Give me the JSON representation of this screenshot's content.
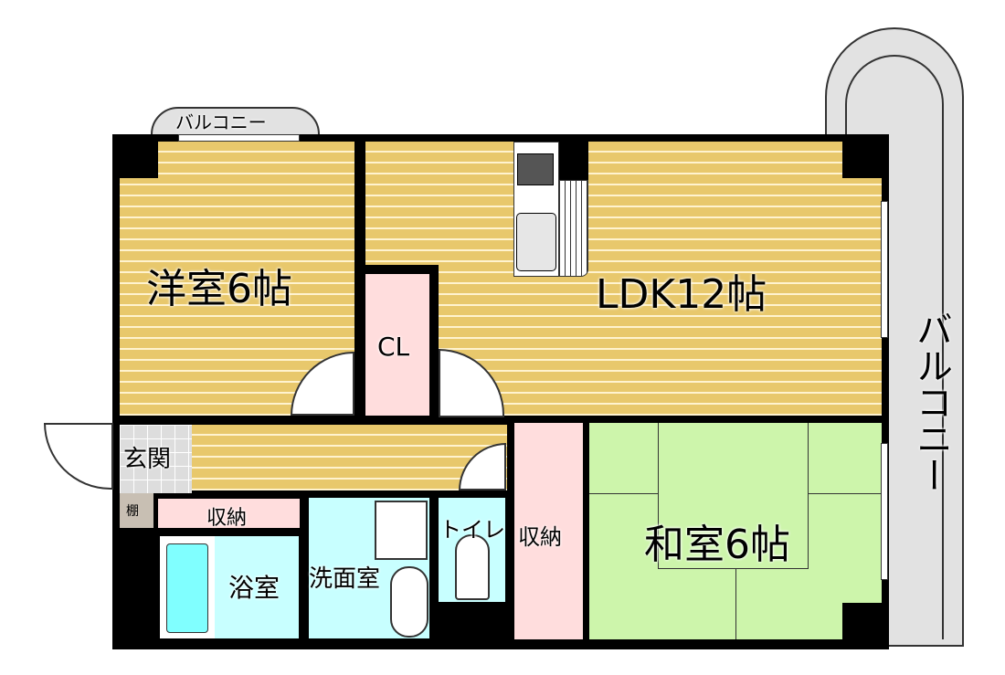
{
  "rooms": {
    "western": "洋室6帖",
    "ldk": "LDK12帖",
    "closet": "CL",
    "entrance": "玄関",
    "shelf": "棚",
    "storage_hall": "収納",
    "bath": "浴室",
    "washroom": "洗面室",
    "toilet": "トイレ",
    "storage_right": "収納",
    "japanese": "和室6帖",
    "balcony_top": "バルコニー",
    "balcony_right": "バルコニー"
  },
  "colors": {
    "floor": "#E8C86C",
    "tatami": "#CDF5AB",
    "storage": "#FFDDDD",
    "wet_area": "#C8FFFF",
    "bathtub": "#80FFFF",
    "balcony": "#E2E2E2"
  }
}
